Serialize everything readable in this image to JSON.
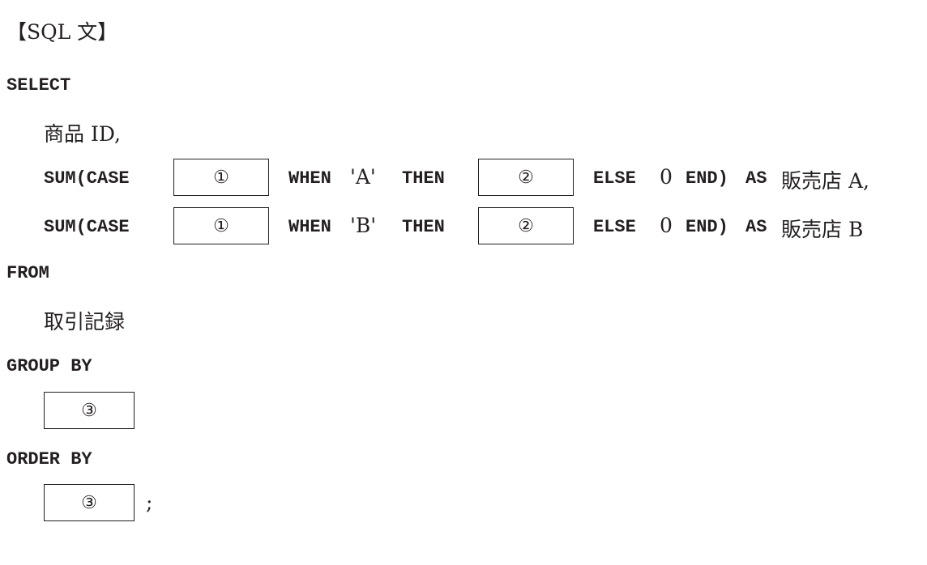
{
  "heading": "【SQL 文】",
  "keywords": {
    "select": "SELECT",
    "from": "FROM",
    "group_by": "GROUP BY",
    "order_by": "ORDER BY",
    "sum_case": "SUM(CASE",
    "when": "WHEN",
    "then": "THEN",
    "else": "ELSE",
    "zero": "0",
    "end": "END)",
    "as": "AS"
  },
  "select_column": "商品 ID,",
  "rows": [
    {
      "literal": "'A'",
      "alias": "販売店 A,"
    },
    {
      "literal": "'B'",
      "alias": "販売店 B"
    }
  ],
  "blanks": {
    "blank1": "①",
    "blank2": "②",
    "blank3": "③"
  },
  "from_table": "取引記録",
  "terminator": ";"
}
